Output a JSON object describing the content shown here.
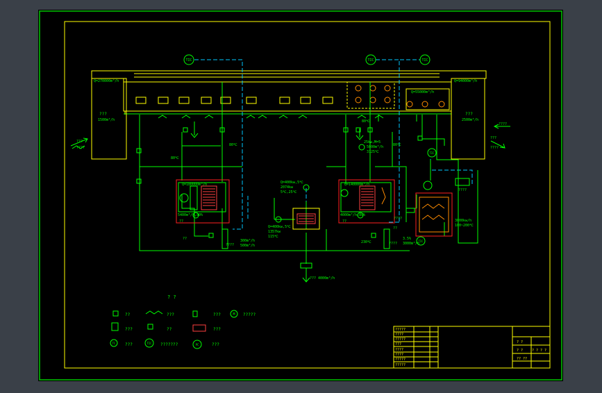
{
  "colors": {
    "viewport_bg": "#3a4048",
    "sheet": "#000000",
    "outer_frame": "#00c800",
    "frame": "#ffff00",
    "line": "#00ff00",
    "dash": "#00c8ff",
    "accent": "#ff2020",
    "orange": "#ff8c00",
    "text": "#00ff00"
  },
  "drawing": {
    "left_room": {
      "flow": "Q=270000m³/h",
      "label": "???",
      "value": "1500m³/h"
    },
    "right_room": {
      "flow": "Q=94000m³/h",
      "label": "???",
      "value": "2500m³/h"
    },
    "right_box_flow": "Q=55000m³/h",
    "left_arrow_text": "????",
    "right_arrow_text": "????",
    "left_outdoor_labels": [
      "???",
      "????"
    ],
    "right_outdoor_labels": [
      "???",
      "????"
    ],
    "instruments": {
      "tc_left": "TIC",
      "tc_mid": "TIC",
      "tc_right": "TIC",
      "tc_r2": "TIC",
      "tc_r3": "TIC",
      "tc_r4": "TIC",
      "tc_bottom": "TIC",
      "m1": "M",
      "m2": "M"
    },
    "temps": {
      "t1": "80℃",
      "t2": "80℃",
      "t3": "80℃",
      "t4": "80℃"
    },
    "left_ahu": {
      "title": "Q=180000m³/h",
      "sub": "5400m³/h,80%",
      "tag": "??",
      "tag2": "??"
    },
    "right_ahu": {
      "title": "Q=140000m³/h",
      "sub": "4000m³/h,80%",
      "tag": "??",
      "tag2": "??"
    },
    "hx": {
      "spec": [
        "Q=400kw,5℃",
        "2074kw",
        "5℃,25℃"
      ],
      "spec2": [
        "Q=400kw,5℃",
        "1357kw",
        "115℃"
      ]
    },
    "right_valve": {
      "spec": [
        "25kw,M=5",
        "5000m³/h",
        "3125℃"
      ]
    },
    "boiler": {
      "spec": [
        "3000kw/h",
        "100~200℃"
      ],
      "tag": "????"
    },
    "misc": {
      "a": "300m³/h",
      "b": "500m³/h",
      "c": "????",
      "d": "????",
      "e": "230℃",
      "f": "3.5%",
      "g": "3000m³/h",
      "h": "????",
      "i": "????",
      "j": "????",
      "k": "????"
    },
    "drain": "??? 4000m³/h",
    "legend_title": "? ?",
    "legend": [
      {
        "symbol": "damper",
        "label": "??"
      },
      {
        "symbol": "diffuser",
        "label": "???"
      },
      {
        "symbol": "coil",
        "label": "???"
      },
      {
        "symbol": "motor",
        "label": "?????"
      },
      {
        "symbol": "filter",
        "label": "???"
      },
      {
        "symbol": "valve",
        "label": "??"
      },
      {
        "symbol": "hx",
        "label": "???"
      },
      {
        "symbol": "tc",
        "label": "???"
      },
      {
        "symbol": "tic",
        "label": "???????"
      },
      {
        "symbol": "pc",
        "label": "???"
      }
    ],
    "legend_inst": {
      "tc": "TC",
      "tic": "TIC",
      "pc": "PC",
      "m": "M"
    },
    "title_left_rows": [
      "?????",
      "????",
      "?????",
      "???",
      "????",
      "????",
      "?????",
      "?????"
    ],
    "title_right_rows": [
      "? ?",
      "? ?",
      "? ? ? ?",
      "?? ??"
    ]
  }
}
